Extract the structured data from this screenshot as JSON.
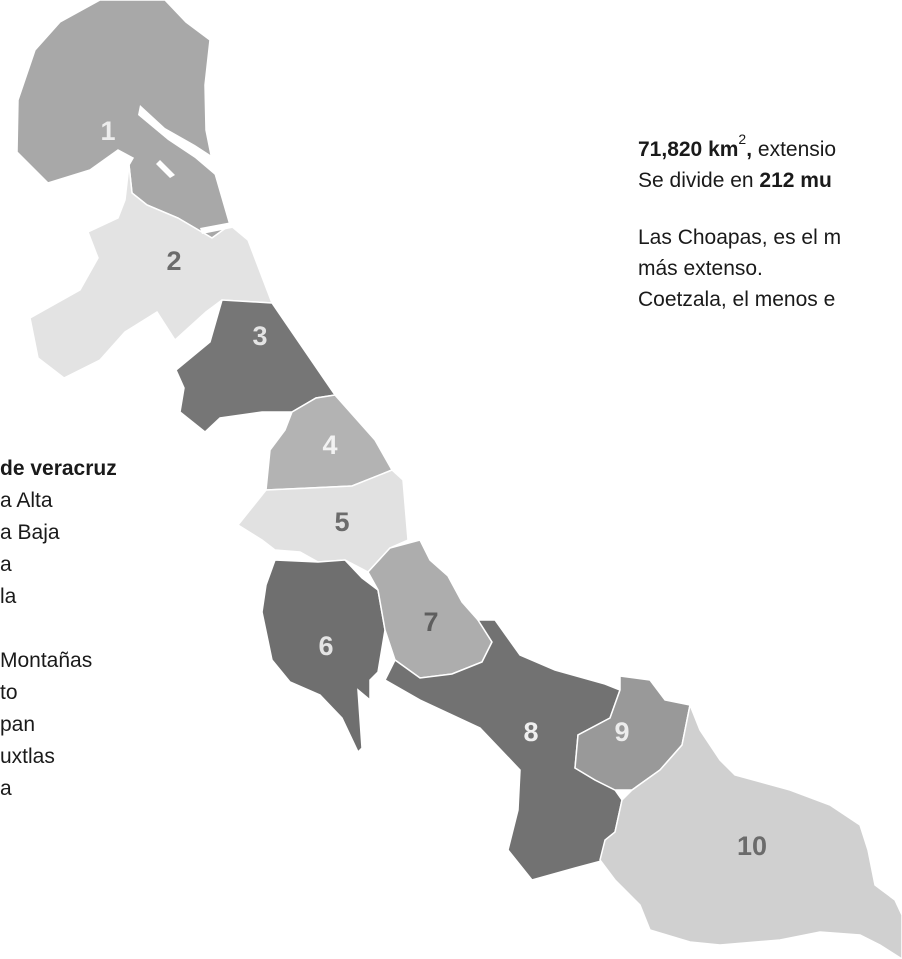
{
  "map": {
    "regions": [
      {
        "number": "1",
        "fill": "#a8a8a8",
        "label_color": "#ececec"
      },
      {
        "number": "2",
        "fill": "#e3e3e3",
        "label_color": "#6b6b6b"
      },
      {
        "number": "3",
        "fill": "#767676",
        "label_color": "#e4e4e4"
      },
      {
        "number": "4",
        "fill": "#b3b3b3",
        "label_color": "#f2f2f2"
      },
      {
        "number": "5",
        "fill": "#e1e1e1",
        "label_color": "#6b6b6b"
      },
      {
        "number": "6",
        "fill": "#6f6f6f",
        "label_color": "#e4e4e4"
      },
      {
        "number": "7",
        "fill": "#adadad",
        "label_color": "#5e5e5e"
      },
      {
        "number": "8",
        "fill": "#727272",
        "label_color": "#efefef"
      },
      {
        "number": "9",
        "fill": "#999999",
        "label_color": "#ececec"
      },
      {
        "number": "10",
        "fill": "#d0d0d0",
        "label_color": "#6b6b6b"
      }
    ],
    "water_color": "#ffffff"
  },
  "legend": {
    "title": "de veracruz",
    "items": [
      "a Alta",
      "a Baja",
      "a",
      "la",
      "",
      "Montañas",
      "to",
      "pan",
      "uxtlas",
      "a"
    ]
  },
  "info": {
    "area_value": "71,820 km",
    "area_exponent": "2",
    "area_comma": ",",
    "area_rest": " extensio",
    "divide_prefix": "Se divide en ",
    "divide_bold": "212 mu",
    "choapas_line1": "Las Choapas, es el m",
    "choapas_line2": "más extenso.",
    "coetzala_line": "Coetzala, el menos e"
  }
}
